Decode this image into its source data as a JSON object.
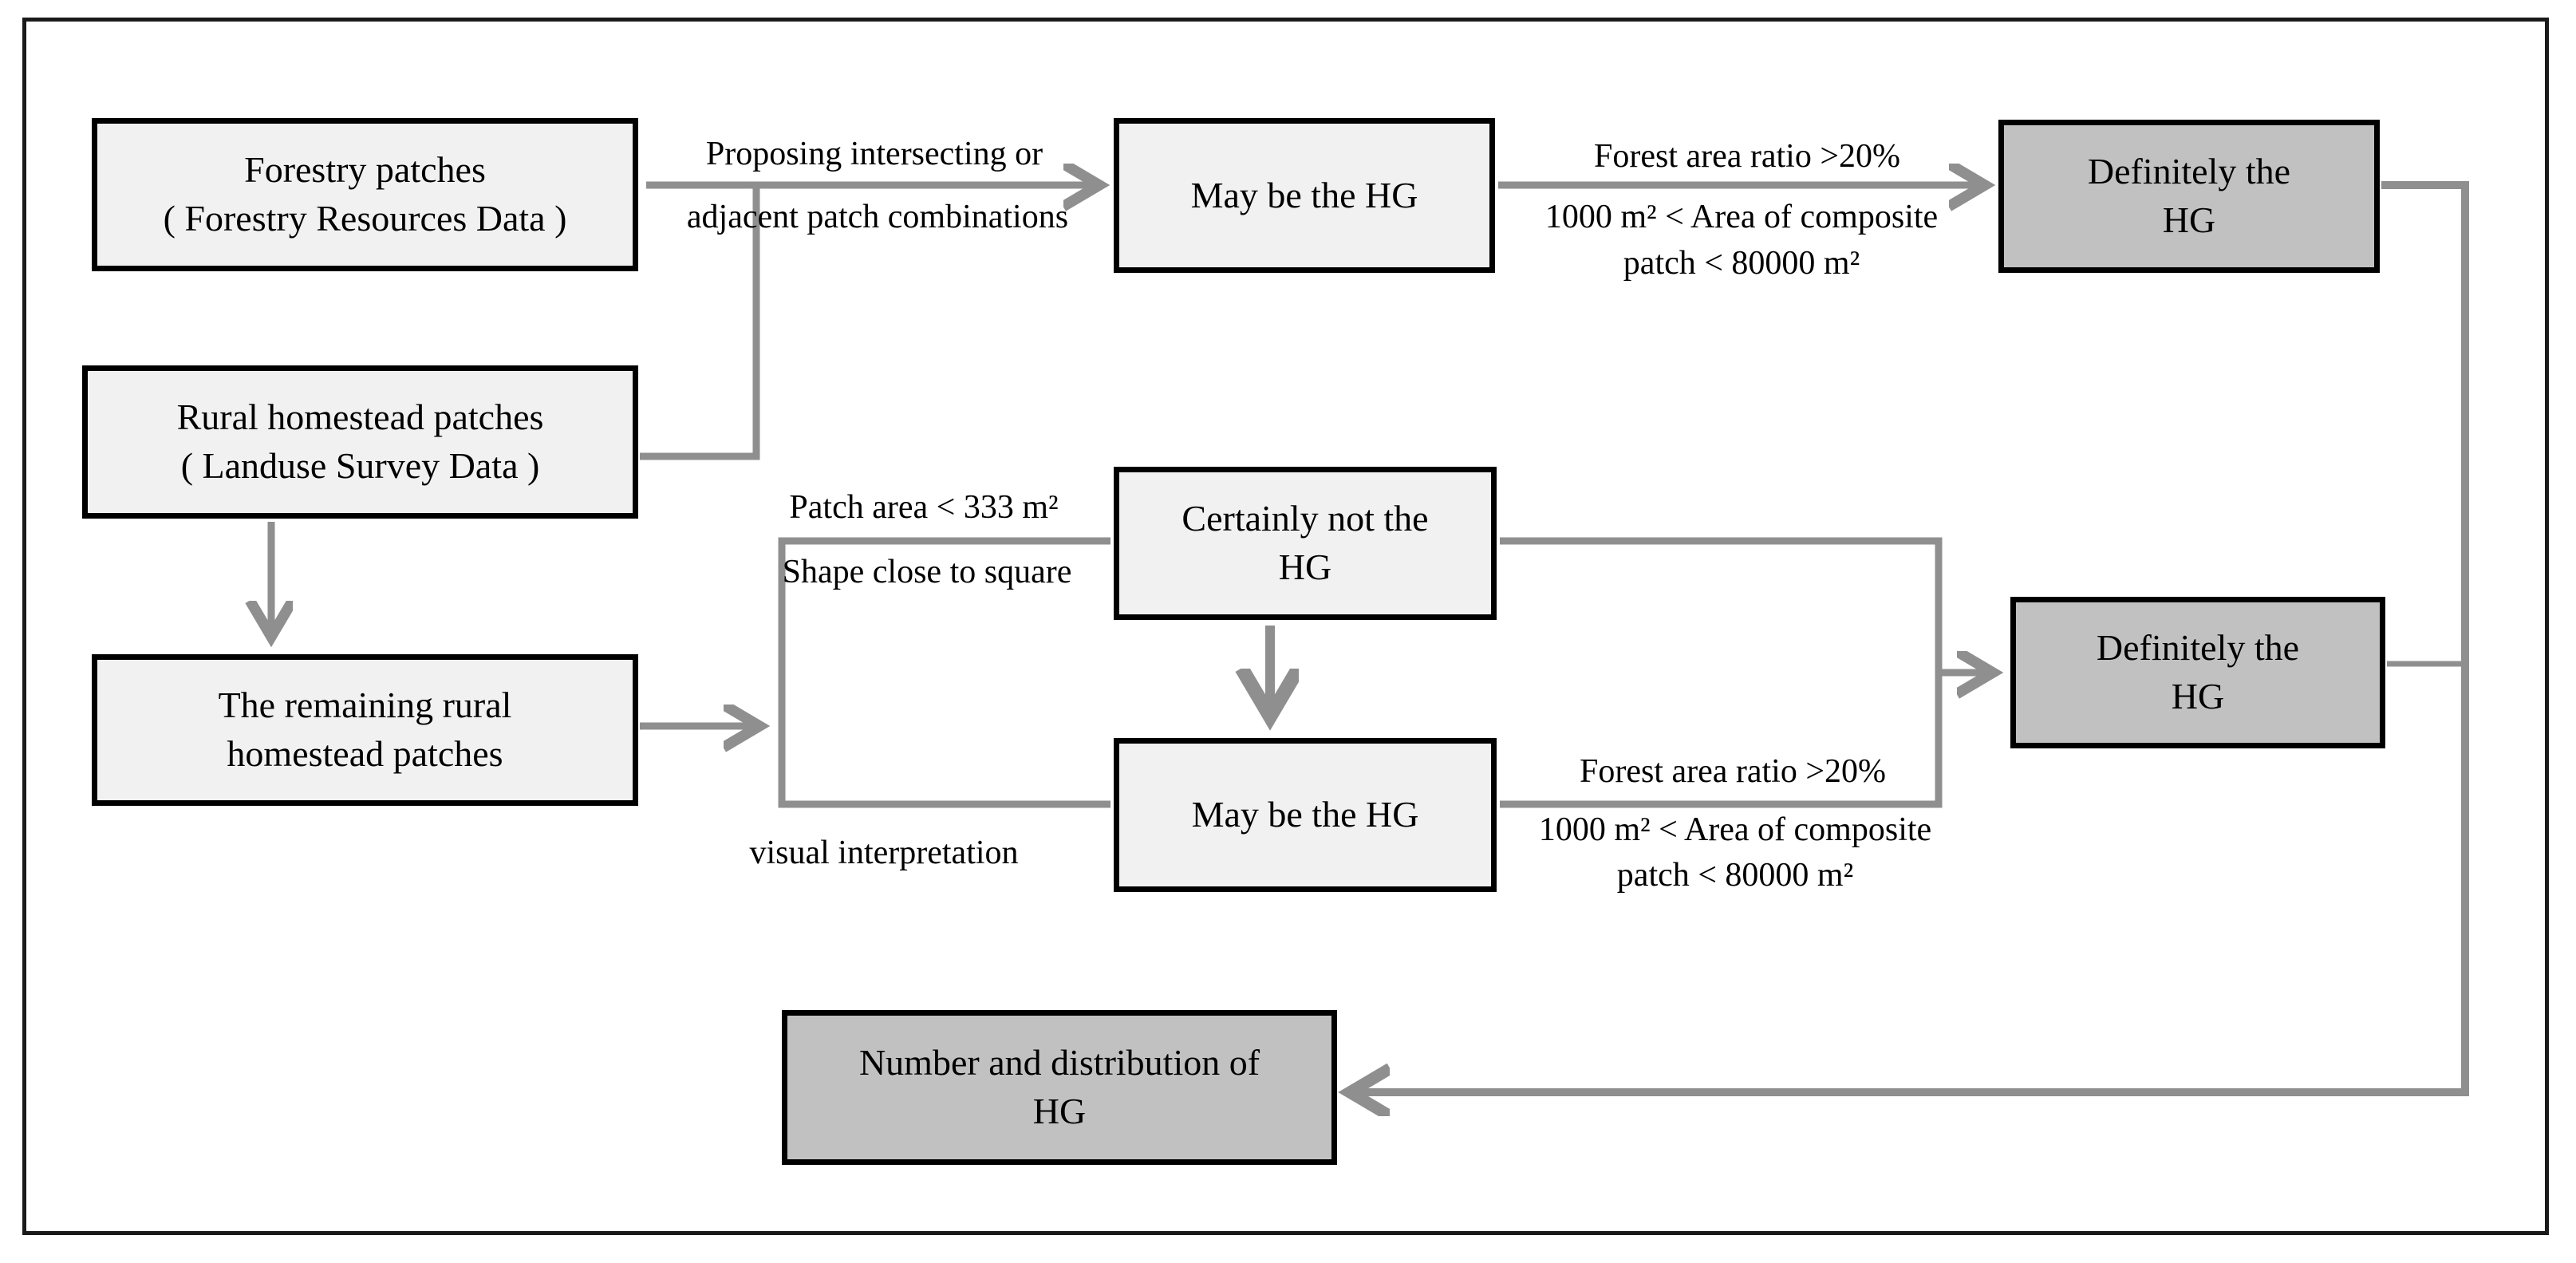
{
  "figure": {
    "type": "flowchart",
    "colors": {
      "process_box_fill": "#f1f1f1",
      "result_box_fill": "#c1c1c1",
      "box_border": "#000000",
      "connector_gray": "#8f8f8f",
      "outer_border": "#1a1a1a",
      "background": "#ffffff"
    },
    "nodes": {
      "forestry": {
        "line1": "Forestry patches",
        "line2": "( Forestry Resources Data )"
      },
      "rural": {
        "line1": "Rural homestead patches",
        "line2": "( Landuse Survey Data )"
      },
      "remaining": {
        "text": "The remaining rural homestead patches"
      },
      "maybe_top": {
        "text": "May be the HG"
      },
      "definitely_top": {
        "text": "Definitely the HG"
      },
      "certainly_not": {
        "text": "Certainly not the HG"
      },
      "maybe_bottom": {
        "text": "May be the HG"
      },
      "definitely_mid": {
        "text": "Definitely the HG"
      },
      "number": {
        "text": "Number and distribution of HG"
      }
    },
    "edge_labels": {
      "proposing": {
        "line1": "Proposing intersecting or",
        "line2": "adjacent patch combinations"
      },
      "forest_condition_top": {
        "line1": "Forest area ratio >20%",
        "line2": "1000 m² < Area of composite",
        "line3": "patch < 80000 m²"
      },
      "filter_condition": {
        "line1": "Patch area < 333 m²",
        "line2": "Shape close to square"
      },
      "visual": "visual interpretation",
      "forest_condition_bottom": {
        "line1": "Forest area ratio >20%",
        "line2": "1000 m² < Area of composite",
        "line3": "patch < 80000 m²"
      }
    }
  }
}
